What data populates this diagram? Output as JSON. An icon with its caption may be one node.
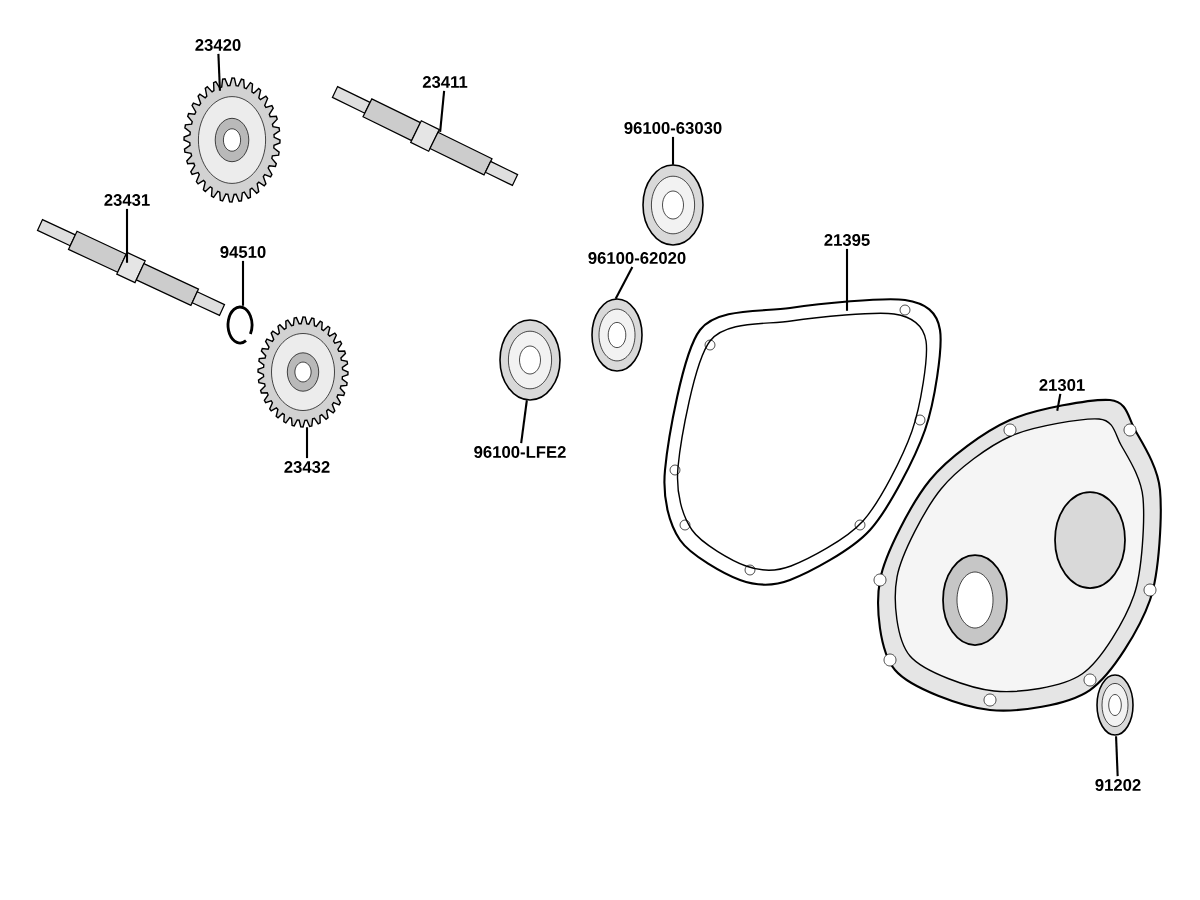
{
  "diagram": {
    "nodes": [
      {
        "text": [
          "23420"
        ]
      },
      {
        "text": [],
        "shape": "picture"
      },
      {
        "text": [
          "23411"
        ]
      },
      {
        "text": [],
        "shape": "picture"
      },
      {
        "text": [
          "96100-63030"
        ]
      },
      {
        "text": [],
        "shape": "picture"
      },
      {
        "text": [
          "23431"
        ]
      },
      {
        "text": [],
        "shape": "picture"
      },
      {
        "text": [
          "21395"
        ]
      },
      {
        "text": [],
        "shape": "picture"
      },
      {
        "text": [
          "94510"
        ]
      },
      {
        "text": [],
        "shape": "picture"
      },
      {
        "text": [
          "96100-62020"
        ]
      },
      {
        "text": [],
        "shape": "picture"
      },
      {
        "text": [
          "21301"
        ]
      },
      {
        "text": [],
        "shape": "picture"
      },
      {
        "text": [
          "96100-LFE2"
        ]
      },
      {
        "text": [],
        "shape": "picture"
      },
      {
        "text": [
          "23432"
        ]
      },
      {
        "text": [],
        "shape": "picture"
      },
      {
        "text": [
          "91202"
        ]
      },
      {
        "text": [],
        "shape": "picture"
      }
    ],
    "edges": [
      {
        "from": 0,
        "to": 1,
        "arrow": "none"
      },
      {
        "from": 2,
        "to": 3,
        "arrow": "none"
      },
      {
        "from": 4,
        "to": 5,
        "arrow": "none"
      },
      {
        "from": 6,
        "to": 7,
        "arrow": "none"
      },
      {
        "from": 8,
        "to": 9,
        "arrow": "none"
      },
      {
        "from": 10,
        "to": 11,
        "arrow": "none"
      },
      {
        "from": 12,
        "to": 13,
        "arrow": "none"
      },
      {
        "from": 14,
        "to": 15,
        "arrow": "none"
      },
      {
        "from": 16,
        "to": 17,
        "arrow": "none"
      },
      {
        "from": 18,
        "to": 19,
        "arrow": "none"
      },
      {
        "from": 20,
        "to": 21,
        "arrow": "none"
      }
    ]
  }
}
